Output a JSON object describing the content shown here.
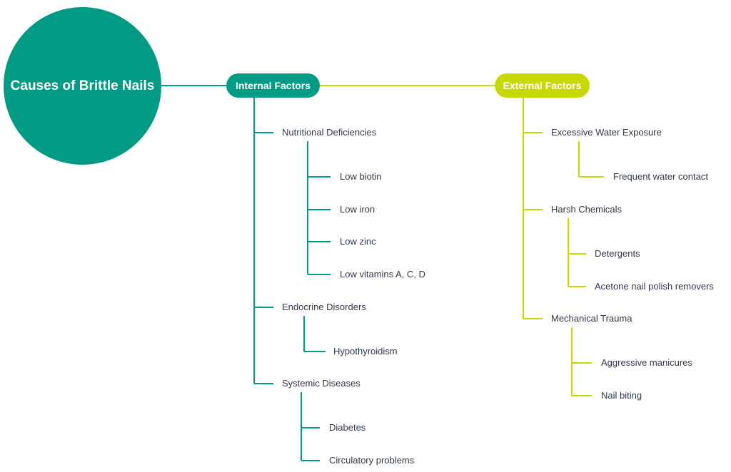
{
  "colors": {
    "internal": "#009b84",
    "external": "#c7d900",
    "text": "#2e3a4a"
  },
  "root": {
    "label": "Causes of Brittle Nails"
  },
  "internal": {
    "label": "Internal Factors",
    "groups": [
      {
        "label": "Nutritional Deficiencies",
        "items": [
          "Low biotin",
          "Low iron",
          "Low zinc",
          "Low vitamins A, C, D"
        ]
      },
      {
        "label": "Endocrine Disorders",
        "items": [
          "Hypothyroidism"
        ]
      },
      {
        "label": "Systemic Diseases",
        "items": [
          "Diabetes",
          "Circulatory problems"
        ]
      }
    ]
  },
  "external": {
    "label": "External Factors",
    "groups": [
      {
        "label": "Excessive Water Exposure",
        "items": [
          "Frequent water contact"
        ]
      },
      {
        "label": "Harsh Chemicals",
        "items": [
          "Detergents",
          "Acetone nail polish removers"
        ]
      },
      {
        "label": "Mechanical Trauma",
        "items": [
          "Aggressive manicures",
          "Nail biting"
        ]
      }
    ]
  }
}
